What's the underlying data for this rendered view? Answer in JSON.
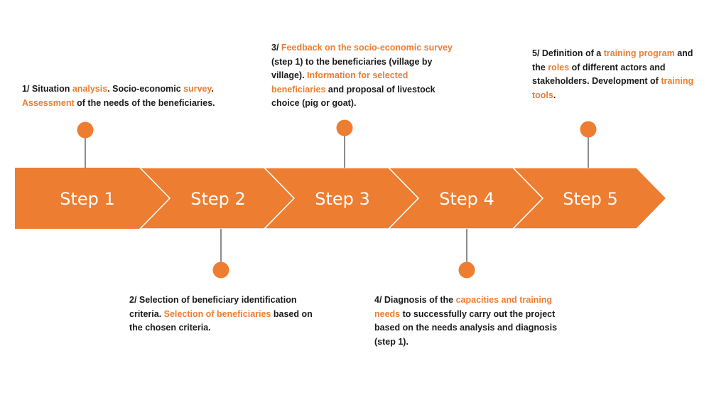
{
  "colors": {
    "accent": "#ED7D31",
    "text": "#1a1a1a",
    "chevron_border": "#ffffff"
  },
  "steps": [
    {
      "label": "Step 1"
    },
    {
      "label": "Step 2"
    },
    {
      "label": "Step 3"
    },
    {
      "label": "Step 4"
    },
    {
      "label": "Step 5"
    }
  ],
  "notes": [
    {
      "id": "note-1",
      "segments": [
        {
          "text": "1/ Situation ",
          "hl": false
        },
        {
          "text": "analysis",
          "hl": true
        },
        {
          "text": ". Socio-economic ",
          "hl": false
        },
        {
          "text": "survey",
          "hl": true
        },
        {
          "text": ". ",
          "hl": false
        },
        {
          "text": "Assessment",
          "hl": true
        },
        {
          "text": " of the needs of the beneficiaries.",
          "hl": false
        }
      ]
    },
    {
      "id": "note-2",
      "segments": [
        {
          "text": "2/ Selection of beneficiary identification criteria. ",
          "hl": false
        },
        {
          "text": "Selection of beneficiaries",
          "hl": true
        },
        {
          "text": " based on the chosen criteria.",
          "hl": false
        }
      ]
    },
    {
      "id": "note-3",
      "segments": [
        {
          "text": "3/ ",
          "hl": false
        },
        {
          "text": "Feedback on the socio-economic survey",
          "hl": true
        },
        {
          "text": " (step 1) to the beneficiaries (village by village). ",
          "hl": false
        },
        {
          "text": "Information for selected beneficiaries",
          "hl": true
        },
        {
          "text": " and proposal of livestock choice (pig or goat).",
          "hl": false
        }
      ]
    },
    {
      "id": "note-4",
      "segments": [
        {
          "text": "4/ Diagnosis of the ",
          "hl": false
        },
        {
          "text": "capacities and training needs",
          "hl": true
        },
        {
          "text": " to successfully carry out the project based on the needs analysis and diagnosis (step 1).",
          "hl": false
        }
      ]
    },
    {
      "id": "note-5",
      "segments": [
        {
          "text": "5/ Definition of a ",
          "hl": false
        },
        {
          "text": "training program",
          "hl": true
        },
        {
          "text": " and the ",
          "hl": false
        },
        {
          "text": "roles",
          "hl": true
        },
        {
          "text": " of different actors and stakeholders. Development of ",
          "hl": false
        },
        {
          "text": "training tools",
          "hl": true
        },
        {
          "text": ".",
          "hl": false
        }
      ]
    }
  ]
}
